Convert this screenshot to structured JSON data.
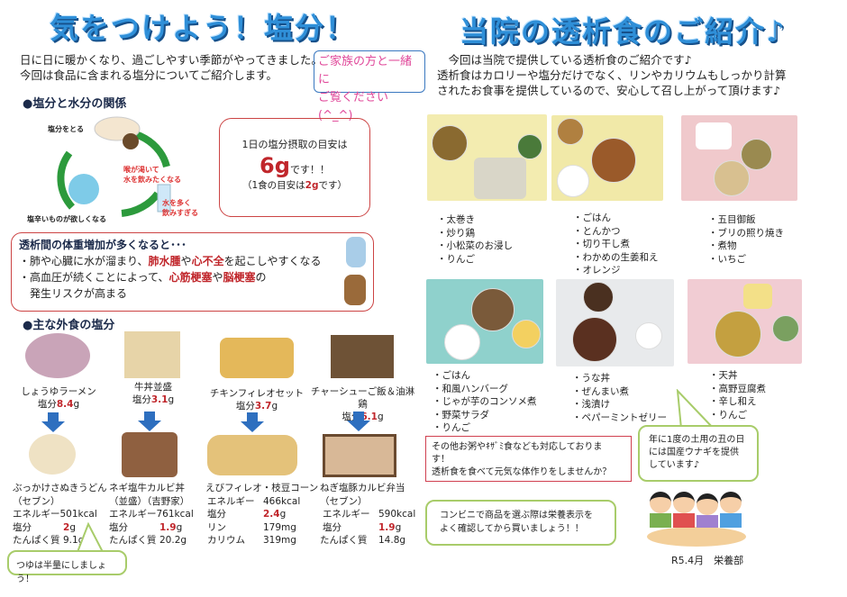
{
  "left": {
    "title": "気をつけよう！塩分！",
    "intro": [
      "日に日に暖かくなり、過ごしやすい季節がやってきました。",
      "今回は食品に含まれる塩分についてご紹介します。"
    ],
    "family_note": [
      "ご家族の方と一緒に",
      "ご覧ください(^_^)"
    ],
    "section1": "●塩分と水分の関係",
    "cycle": {
      "a": "塩分をとる",
      "b": "喉が渇いて",
      "b2": "水を飲みたくなる",
      "c": "水を多く",
      "c2": "飲みすぎる",
      "d": "塩辛いものが欲しくなる"
    },
    "guide": {
      "line1": "1日の塩分摂取の目安は",
      "big": "6g",
      "suffix": "です！！",
      "line3a": "（1食の目安は",
      "line3b": "2g",
      "line3c": "です）"
    },
    "warning": {
      "head": "透析間の体重増加が多くなると･･･",
      "l1a": "・肺や心臓に水が溜まり、",
      "l1b": "肺水腫",
      "l1c": "や",
      "l1d": "心不全",
      "l1e": "を起こしやすくなる",
      "l2a": "・高血圧が続くことによって、",
      "l2b": "心筋梗塞",
      "l2c": "や",
      "l2d": "脳梗塞",
      "l2e": "の",
      "l3": "発生リスクが高まる"
    },
    "section2": "●主な外食の塩分",
    "salt_label": "塩分",
    "before": [
      {
        "name": "しょうゆラーメン",
        "salt": "8.4",
        "unit": "g"
      },
      {
        "name": "牛丼並盛",
        "salt": "3.1",
        "unit": "g"
      },
      {
        "name": "チキンフィレオセット",
        "salt": "3.7",
        "unit": "g"
      },
      {
        "name": "チャーシューご飯＆油淋鶏",
        "salt": "6.1",
        "unit": "g"
      }
    ],
    "after": [
      {
        "name1": "ぶっかけさぬきうどん",
        "name2": "（セブン）",
        "rows": [
          [
            "エネルギー",
            "501kcal"
          ],
          [
            "塩分",
            "2",
            "g"
          ],
          [
            "たんぱく質",
            "9.1g"
          ]
        ]
      },
      {
        "name1": "ネギ塩牛カルビ丼",
        "name2": "（並盛）（吉野家）",
        "rows": [
          [
            "エネルギー",
            "761kcal"
          ],
          [
            "塩分",
            "1.9",
            "g"
          ],
          [
            "たんぱく質",
            "20.2g"
          ]
        ]
      },
      {
        "name1": "えびフィレオ・枝豆コーン",
        "name2": "",
        "rows": [
          [
            "エネルギー",
            "466kcal"
          ],
          [
            "塩分",
            "2.4",
            "g"
          ],
          [
            "リン",
            "179mg"
          ],
          [
            "カリウム",
            "319mg"
          ]
        ]
      },
      {
        "name1": "ねぎ塩豚カルビ弁当",
        "name2": "（セブン）",
        "rows": [
          [
            "エネルギー",
            "590kcal"
          ],
          [
            "塩分",
            "1.9",
            "g"
          ],
          [
            "たんぱく質",
            "14.8g"
          ]
        ]
      }
    ],
    "tsuyu_note": "つゆは半量にしましょう！"
  },
  "right": {
    "title": "当院の透析食のご紹介♪",
    "intro": [
      "　今回は当院で提供している透析食のご紹介です♪",
      "透析食はカロリーや塩分だけでなく、リンやカリウムもしっかり計算",
      "されたお食事を提供しているので、安心して召し上がって頂けます♪"
    ],
    "menus": [
      [
        "・太巻き",
        "・炒り鶏",
        "・小松菜のお浸し",
        "・りんご"
      ],
      [
        "・ごはん",
        "・とんかつ",
        "・切り干し煮",
        "・わかめの生姜和え",
        "・オレンジ"
      ],
      [
        "・五目御飯",
        "・ブリの照り焼き",
        "・煮物",
        "・いちご"
      ],
      [
        "・ごはん",
        "・和風ハンバーグ",
        "・じゃが芋のコンソメ煮",
        "・野菜サラダ",
        "・りんご"
      ],
      [
        "・うな丼",
        "・ぜんまい煮",
        "・浅漬け",
        "・ペパーミントゼリー"
      ],
      [
        "・天丼",
        "・高野豆腐煮",
        "・辛し和え",
        "・りんご"
      ]
    ],
    "other_note": [
      "その他お粥やｷｻﾞﾐ食なども対応しておりま",
      "す！",
      "透析食を食べて元気な体作りをしませんか？"
    ],
    "eel_note": [
      "年に1度の土用の丑の日",
      "には国産ウナギを提供",
      "しています♪"
    ],
    "conbini_note": [
      "コンビニで商品を選ぶ際は栄養表示を",
      "よく確認してから買いましょう！！"
    ],
    "footer": "R5.4月　栄養部"
  },
  "colors": {
    "title": "#2f8fd8",
    "red": "#c0262b",
    "green": "#a8cc6a",
    "arrow": "#2e6fbf"
  }
}
